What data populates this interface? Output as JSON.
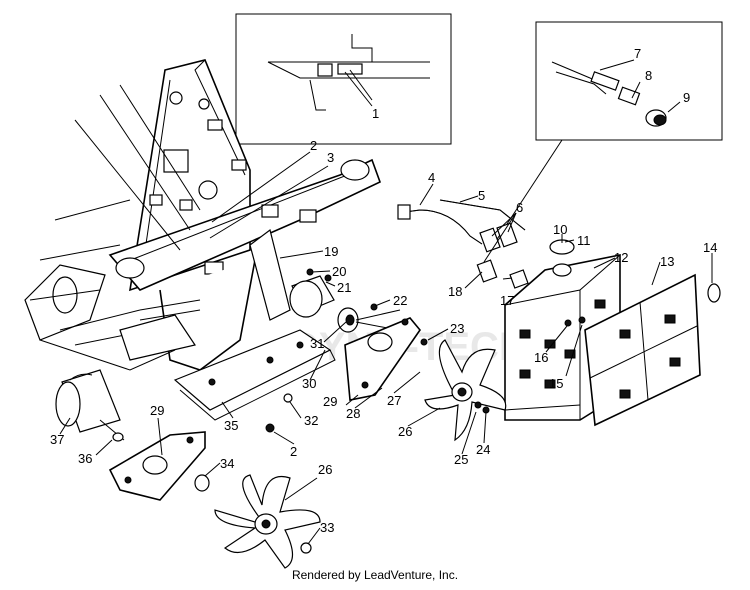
{
  "diagram": {
    "callouts": [
      {
        "id": "c1",
        "text": "1"
      },
      {
        "id": "c2",
        "text": "2"
      },
      {
        "id": "c3",
        "text": "3"
      },
      {
        "id": "c4",
        "text": "4"
      },
      {
        "id": "c5",
        "text": "5"
      },
      {
        "id": "c6",
        "text": "6"
      },
      {
        "id": "c7",
        "text": "7"
      },
      {
        "id": "c8",
        "text": "8"
      },
      {
        "id": "c9",
        "text": "9"
      },
      {
        "id": "c10",
        "text": "10"
      },
      {
        "id": "c11",
        "text": "11"
      },
      {
        "id": "c12",
        "text": "12"
      },
      {
        "id": "c13",
        "text": "13"
      },
      {
        "id": "c14",
        "text": "14"
      },
      {
        "id": "c15",
        "text": "15"
      },
      {
        "id": "c16",
        "text": "16"
      },
      {
        "id": "c17",
        "text": "17"
      },
      {
        "id": "c18",
        "text": "18"
      },
      {
        "id": "c19",
        "text": "19"
      },
      {
        "id": "c20",
        "text": "20"
      },
      {
        "id": "c21",
        "text": "21"
      },
      {
        "id": "c22",
        "text": "22"
      },
      {
        "id": "c23",
        "text": "23"
      },
      {
        "id": "c24",
        "text": "24"
      },
      {
        "id": "c25",
        "text": "25"
      },
      {
        "id": "c26a",
        "text": "26"
      },
      {
        "id": "c26b",
        "text": "26"
      },
      {
        "id": "c27",
        "text": "27"
      },
      {
        "id": "c28",
        "text": "28"
      },
      {
        "id": "c29a",
        "text": "29"
      },
      {
        "id": "c29b",
        "text": "29"
      },
      {
        "id": "c30",
        "text": "30"
      },
      {
        "id": "c31",
        "text": "31"
      },
      {
        "id": "c32",
        "text": "32"
      },
      {
        "id": "c33",
        "text": "33"
      },
      {
        "id": "c34",
        "text": "34"
      },
      {
        "id": "c35",
        "text": "35"
      },
      {
        "id": "c36",
        "text": "36"
      },
      {
        "id": "c37",
        "text": "37"
      },
      {
        "id": "c2b",
        "text": "2"
      }
    ]
  },
  "footer": {
    "text": "Rendered by LeadVenture, Inc."
  }
}
